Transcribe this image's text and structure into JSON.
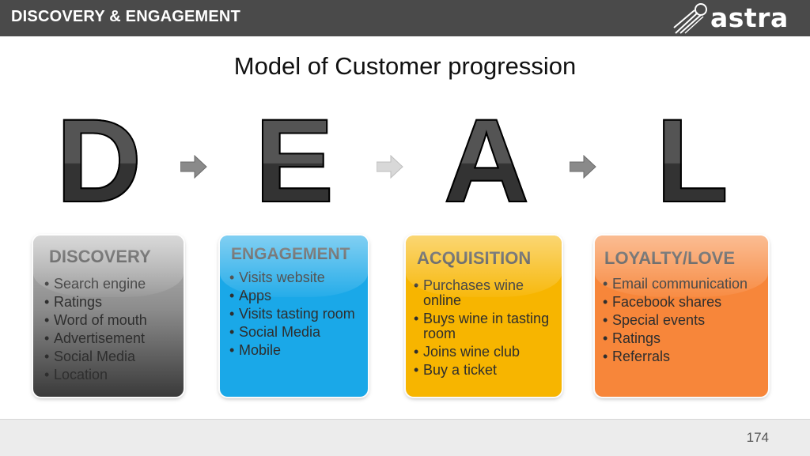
{
  "header": {
    "title": "DISCOVERY & ENGAGEMENT",
    "logo_text": "astra"
  },
  "slide": {
    "title": "Model of Customer progression",
    "page_number": "174"
  },
  "letters": [
    "D",
    "E",
    "A",
    "L"
  ],
  "arrows": [
    {
      "name": "arrow-1",
      "color": "#8a8a8a"
    },
    {
      "name": "arrow-2",
      "color": "#d8d8d8"
    },
    {
      "name": "arrow-3",
      "color": "#8a8a8a"
    }
  ],
  "stages": [
    {
      "title": "DISCOVERY",
      "color": "#8d8d8d",
      "items": [
        "Search engine",
        "Ratings",
        "Word of mouth",
        "Advertisement",
        "Social Media",
        "Location"
      ]
    },
    {
      "title": "ENGAGEMENT",
      "color": "#1aa8e8",
      "items": [
        "Visits website",
        "Apps",
        "Visits tasting room",
        "Social Media",
        "Mobile"
      ]
    },
    {
      "title": "ACQUISITION",
      "color": "#f7b500",
      "items": [
        "Purchases wine online",
        "Buys wine in tasting room",
        "Joins wine club",
        "Buy a ticket"
      ]
    },
    {
      "title": "LOYALTY/LOVE",
      "color": "#f7863a",
      "items": [
        "Email communication",
        "Facebook shares",
        "Special events",
        "Ratings",
        "Referrals"
      ]
    }
  ]
}
